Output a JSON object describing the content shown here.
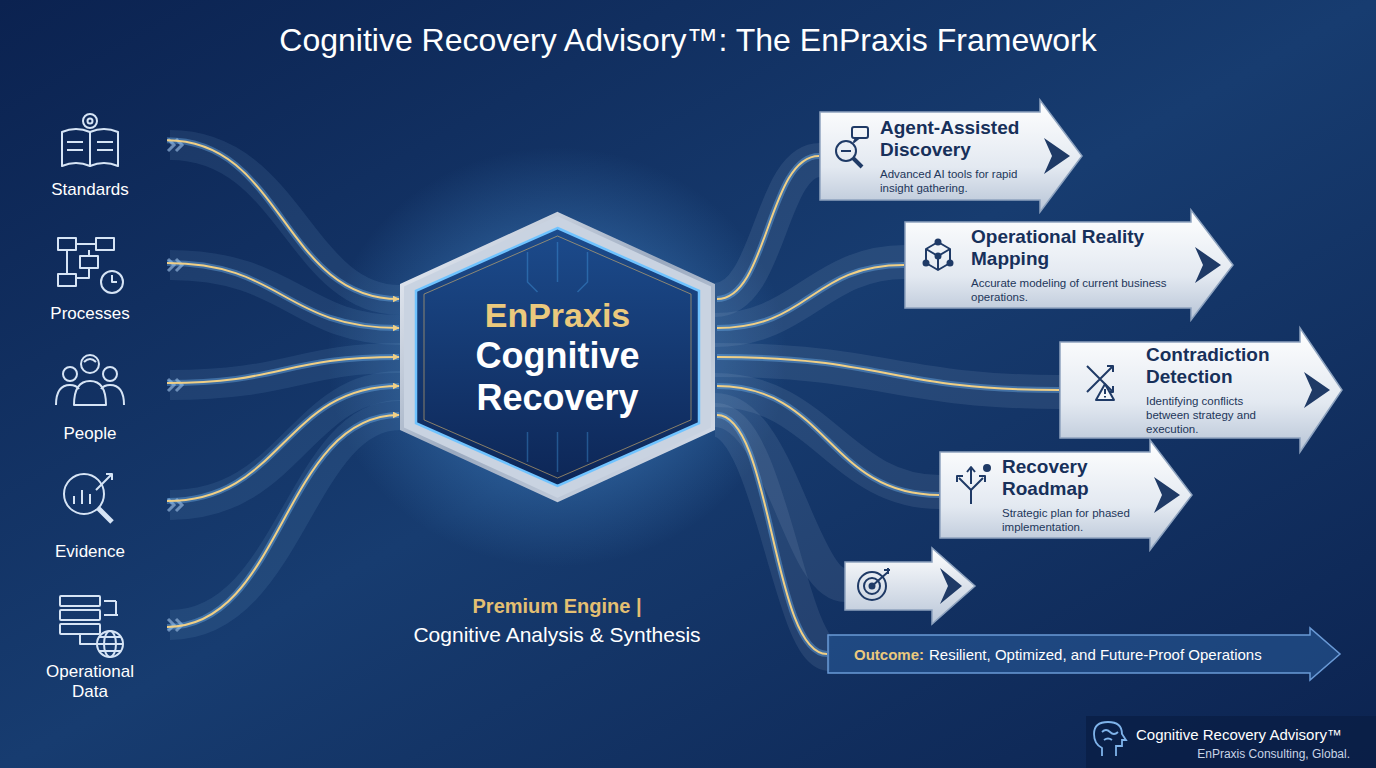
{
  "diagram": {
    "title": "Cognitive Recovery Advisory™: The EnPraxis Framework",
    "nodes": [
      {
        "text": [
          "Standards"
        ]
      },
      {
        "text": [
          "Processes"
        ]
      },
      {
        "text": [
          "People"
        ]
      },
      {
        "text": [
          "Evidence"
        ]
      },
      {
        "text": [
          "Operational Data"
        ]
      },
      {
        "text": [
          "EnPraxis",
          "Cognitive Recovery"
        ]
      },
      {
        "text": [
          "Agent-Assisted Discovery",
          "Advanced AI tools for rapid insight gathering."
        ]
      },
      {
        "text": [
          "Operational Reality Mapping",
          "Accurate modeling of current business operations."
        ]
      },
      {
        "text": [
          "Contradiction Detection",
          "Identifying conflicts between strategy and execution."
        ]
      },
      {
        "text": [
          "Recovery Roadmap",
          "Strategic plan for phased implementation."
        ]
      },
      {
        "text": [
          "Outcome:",
          "Resilient, Optimized, and Future-Proof Operations"
        ]
      }
    ],
    "edges": [
      {
        "from": 0,
        "to": 5,
        "arrow": "to"
      },
      {
        "from": 1,
        "to": 5,
        "arrow": "to"
      },
      {
        "from": 2,
        "to": 5,
        "arrow": "to"
      },
      {
        "from": 3,
        "to": 5,
        "arrow": "to"
      },
      {
        "from": 4,
        "to": 5,
        "arrow": "to"
      },
      {
        "from": 5,
        "to": 6,
        "arrow": "none"
      },
      {
        "from": 5,
        "to": 7,
        "arrow": "none"
      },
      {
        "from": 5,
        "to": 8,
        "arrow": "none"
      },
      {
        "from": 5,
        "to": 9,
        "arrow": "none"
      },
      {
        "from": 5,
        "to": 10,
        "arrow": "none"
      }
    ],
    "labels": [
      "Premium Engine |",
      "Cognitive Analysis & Synthesis",
      "Cognitive Recovery Advisory™",
      "EnPraxis Consulting, Global."
    ]
  }
}
